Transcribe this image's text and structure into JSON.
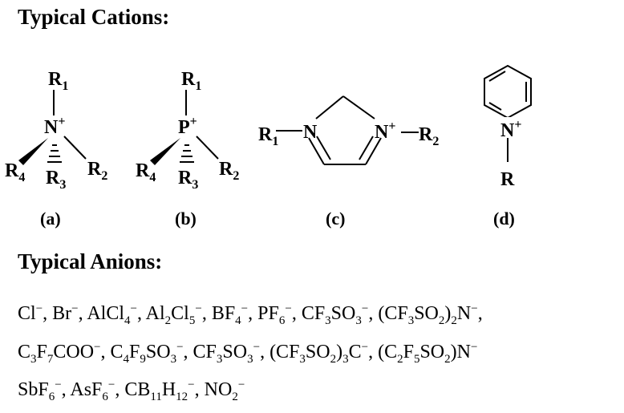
{
  "headings": {
    "cations": "Typical Cations:",
    "anions": "Typical Anions:"
  },
  "structures": {
    "a": {
      "label": "(a)",
      "center": "N",
      "charge": "+",
      "r1": {
        "base": "R",
        "sub": "1"
      },
      "r2": {
        "base": "R",
        "sub": "2"
      },
      "r3": {
        "base": "R",
        "sub": "3"
      },
      "r4": {
        "base": "R",
        "sub": "4"
      }
    },
    "b": {
      "label": "(b)",
      "center": "P",
      "charge": "+",
      "r1": {
        "base": "R",
        "sub": "1"
      },
      "r2": {
        "base": "R",
        "sub": "2"
      },
      "r3": {
        "base": "R",
        "sub": "3"
      },
      "r4": {
        "base": "R",
        "sub": "4"
      }
    },
    "c": {
      "label": "(c)",
      "left_n": "N",
      "right_n": "N",
      "charge": "+",
      "r1": {
        "base": "R",
        "sub": "1"
      },
      "r2": {
        "base": "R",
        "sub": "2"
      }
    },
    "d": {
      "label": "(d)",
      "n": "N",
      "charge": "+",
      "r": "R"
    }
  },
  "anions": {
    "separator": ",",
    "lines": [
      [
        {
          "parts": [
            [
              "Cl",
              ""
            ]
          ],
          "charge": "−"
        },
        {
          "parts": [
            [
              "Br",
              ""
            ]
          ],
          "charge": "−"
        },
        {
          "parts": [
            [
              "AlCl",
              "4"
            ]
          ],
          "charge": "−"
        },
        {
          "parts": [
            [
              "Al",
              "2"
            ],
            [
              "Cl",
              "5"
            ]
          ],
          "charge": "−"
        },
        {
          "parts": [
            [
              "BF",
              "4"
            ]
          ],
          "charge": "−"
        },
        {
          "parts": [
            [
              "PF",
              "6"
            ]
          ],
          "charge": "−"
        },
        {
          "parts": [
            [
              "CF",
              "3"
            ],
            [
              "SO",
              "3"
            ]
          ],
          "charge": "−"
        },
        {
          "parts": [
            [
              "(CF",
              "3"
            ],
            [
              "SO",
              "2"
            ],
            [
              ")",
              "2"
            ],
            [
              "N",
              ""
            ]
          ],
          "charge": "−"
        }
      ],
      [
        {
          "parts": [
            [
              "C",
              "3"
            ],
            [
              "F",
              "7"
            ],
            [
              "COO",
              ""
            ]
          ],
          "charge": "−"
        },
        {
          "parts": [
            [
              "C",
              "4"
            ],
            [
              "F",
              "9"
            ],
            [
              "SO",
              "3"
            ]
          ],
          "charge": "−"
        },
        {
          "parts": [
            [
              "CF",
              "3"
            ],
            [
              "SO",
              "3"
            ]
          ],
          "charge": "−"
        },
        {
          "parts": [
            [
              "(CF",
              "3"
            ],
            [
              "SO",
              "2"
            ],
            [
              ")",
              "3"
            ],
            [
              "C",
              ""
            ]
          ],
          "charge": "−"
        },
        {
          "parts": [
            [
              "(C",
              "2"
            ],
            [
              "F",
              "5"
            ],
            [
              "SO",
              "2"
            ],
            [
              ")N",
              ""
            ]
          ],
          "charge": "−"
        }
      ],
      [
        {
          "parts": [
            [
              "SbF",
              "6"
            ]
          ],
          "charge": "−"
        },
        {
          "parts": [
            [
              "AsF",
              "6"
            ]
          ],
          "charge": "−"
        },
        {
          "parts": [
            [
              "CB",
              "11"
            ],
            [
              "H",
              "12"
            ]
          ],
          "charge": "−"
        },
        {
          "parts": [
            [
              "NO",
              "2"
            ]
          ],
          "charge": "−"
        }
      ]
    ]
  }
}
